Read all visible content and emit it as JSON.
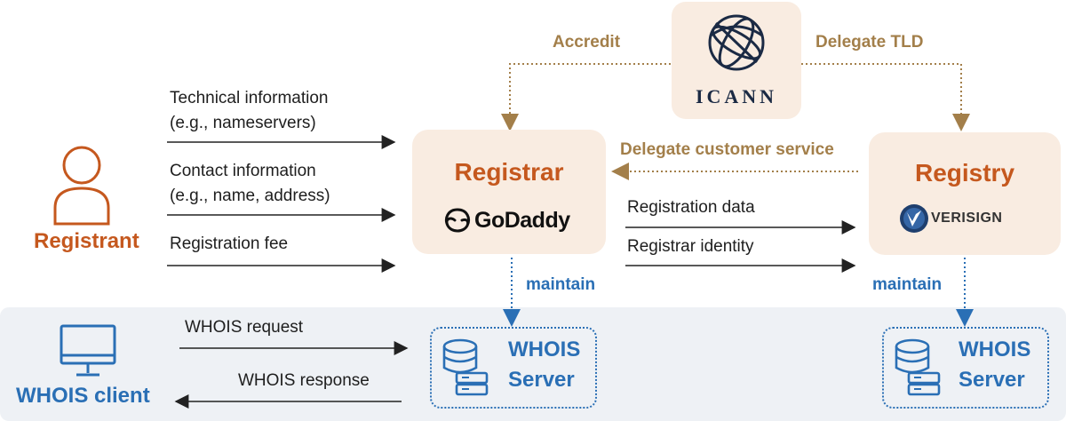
{
  "icann": {
    "name": "ICANN"
  },
  "edges": {
    "accredit": "Accredit",
    "delegate_tld": "Delegate TLD",
    "delegate_customer_service": "Delegate customer service",
    "registration_data": "Registration data",
    "registrar_identity": "Registrar identity",
    "maintain_left": "maintain",
    "maintain_right": "maintain",
    "whois_request": "WHOIS request",
    "whois_response": "WHOIS response"
  },
  "registrant": {
    "label": "Registrant",
    "inputs": [
      {
        "line1": "Technical information",
        "line2": "(e.g., nameservers)"
      },
      {
        "line1": "Contact information",
        "line2": "(e.g., name, address)"
      },
      {
        "line1": "Registration fee",
        "line2": ""
      }
    ]
  },
  "registrar": {
    "title": "Registrar",
    "brand": "GoDaddy"
  },
  "registry": {
    "title": "Registry",
    "brand": "VERISIGN"
  },
  "whois_client": {
    "label": "WHOIS client"
  },
  "whois_server_left": {
    "line1": "WHOIS",
    "line2": "Server"
  },
  "whois_server_right": {
    "line1": "WHOIS",
    "line2": "Server"
  },
  "colors": {
    "orange": "#c5581e",
    "brown": "#a37f4a",
    "blue": "#2a6fb5",
    "box": "#f9ece1",
    "band": "#eef1f5"
  }
}
